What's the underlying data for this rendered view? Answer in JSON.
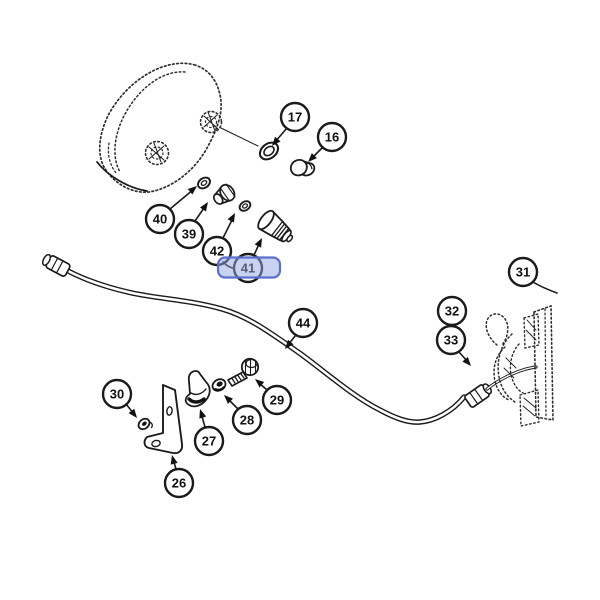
{
  "diagram": {
    "kind": "exploded-parts-diagram",
    "selected_callout": "41"
  },
  "colors": {
    "background": "#ffffff",
    "ink": "#1b1b1b",
    "highlight_fill": "#93a7e4",
    "highlight_border": "#5b6fce"
  },
  "callouts": [
    {
      "label": "17",
      "selected": false
    },
    {
      "label": "16",
      "selected": false
    },
    {
      "label": "40",
      "selected": false
    },
    {
      "label": "39",
      "selected": false
    },
    {
      "label": "42",
      "selected": false
    },
    {
      "label": "41",
      "selected": true
    },
    {
      "label": "31",
      "selected": false
    },
    {
      "label": "32",
      "selected": false
    },
    {
      "label": "33",
      "selected": false
    },
    {
      "label": "44",
      "selected": false
    },
    {
      "label": "30",
      "selected": false
    },
    {
      "label": "26",
      "selected": false
    },
    {
      "label": "27",
      "selected": false
    },
    {
      "label": "28",
      "selected": false
    },
    {
      "label": "29",
      "selected": false
    }
  ]
}
